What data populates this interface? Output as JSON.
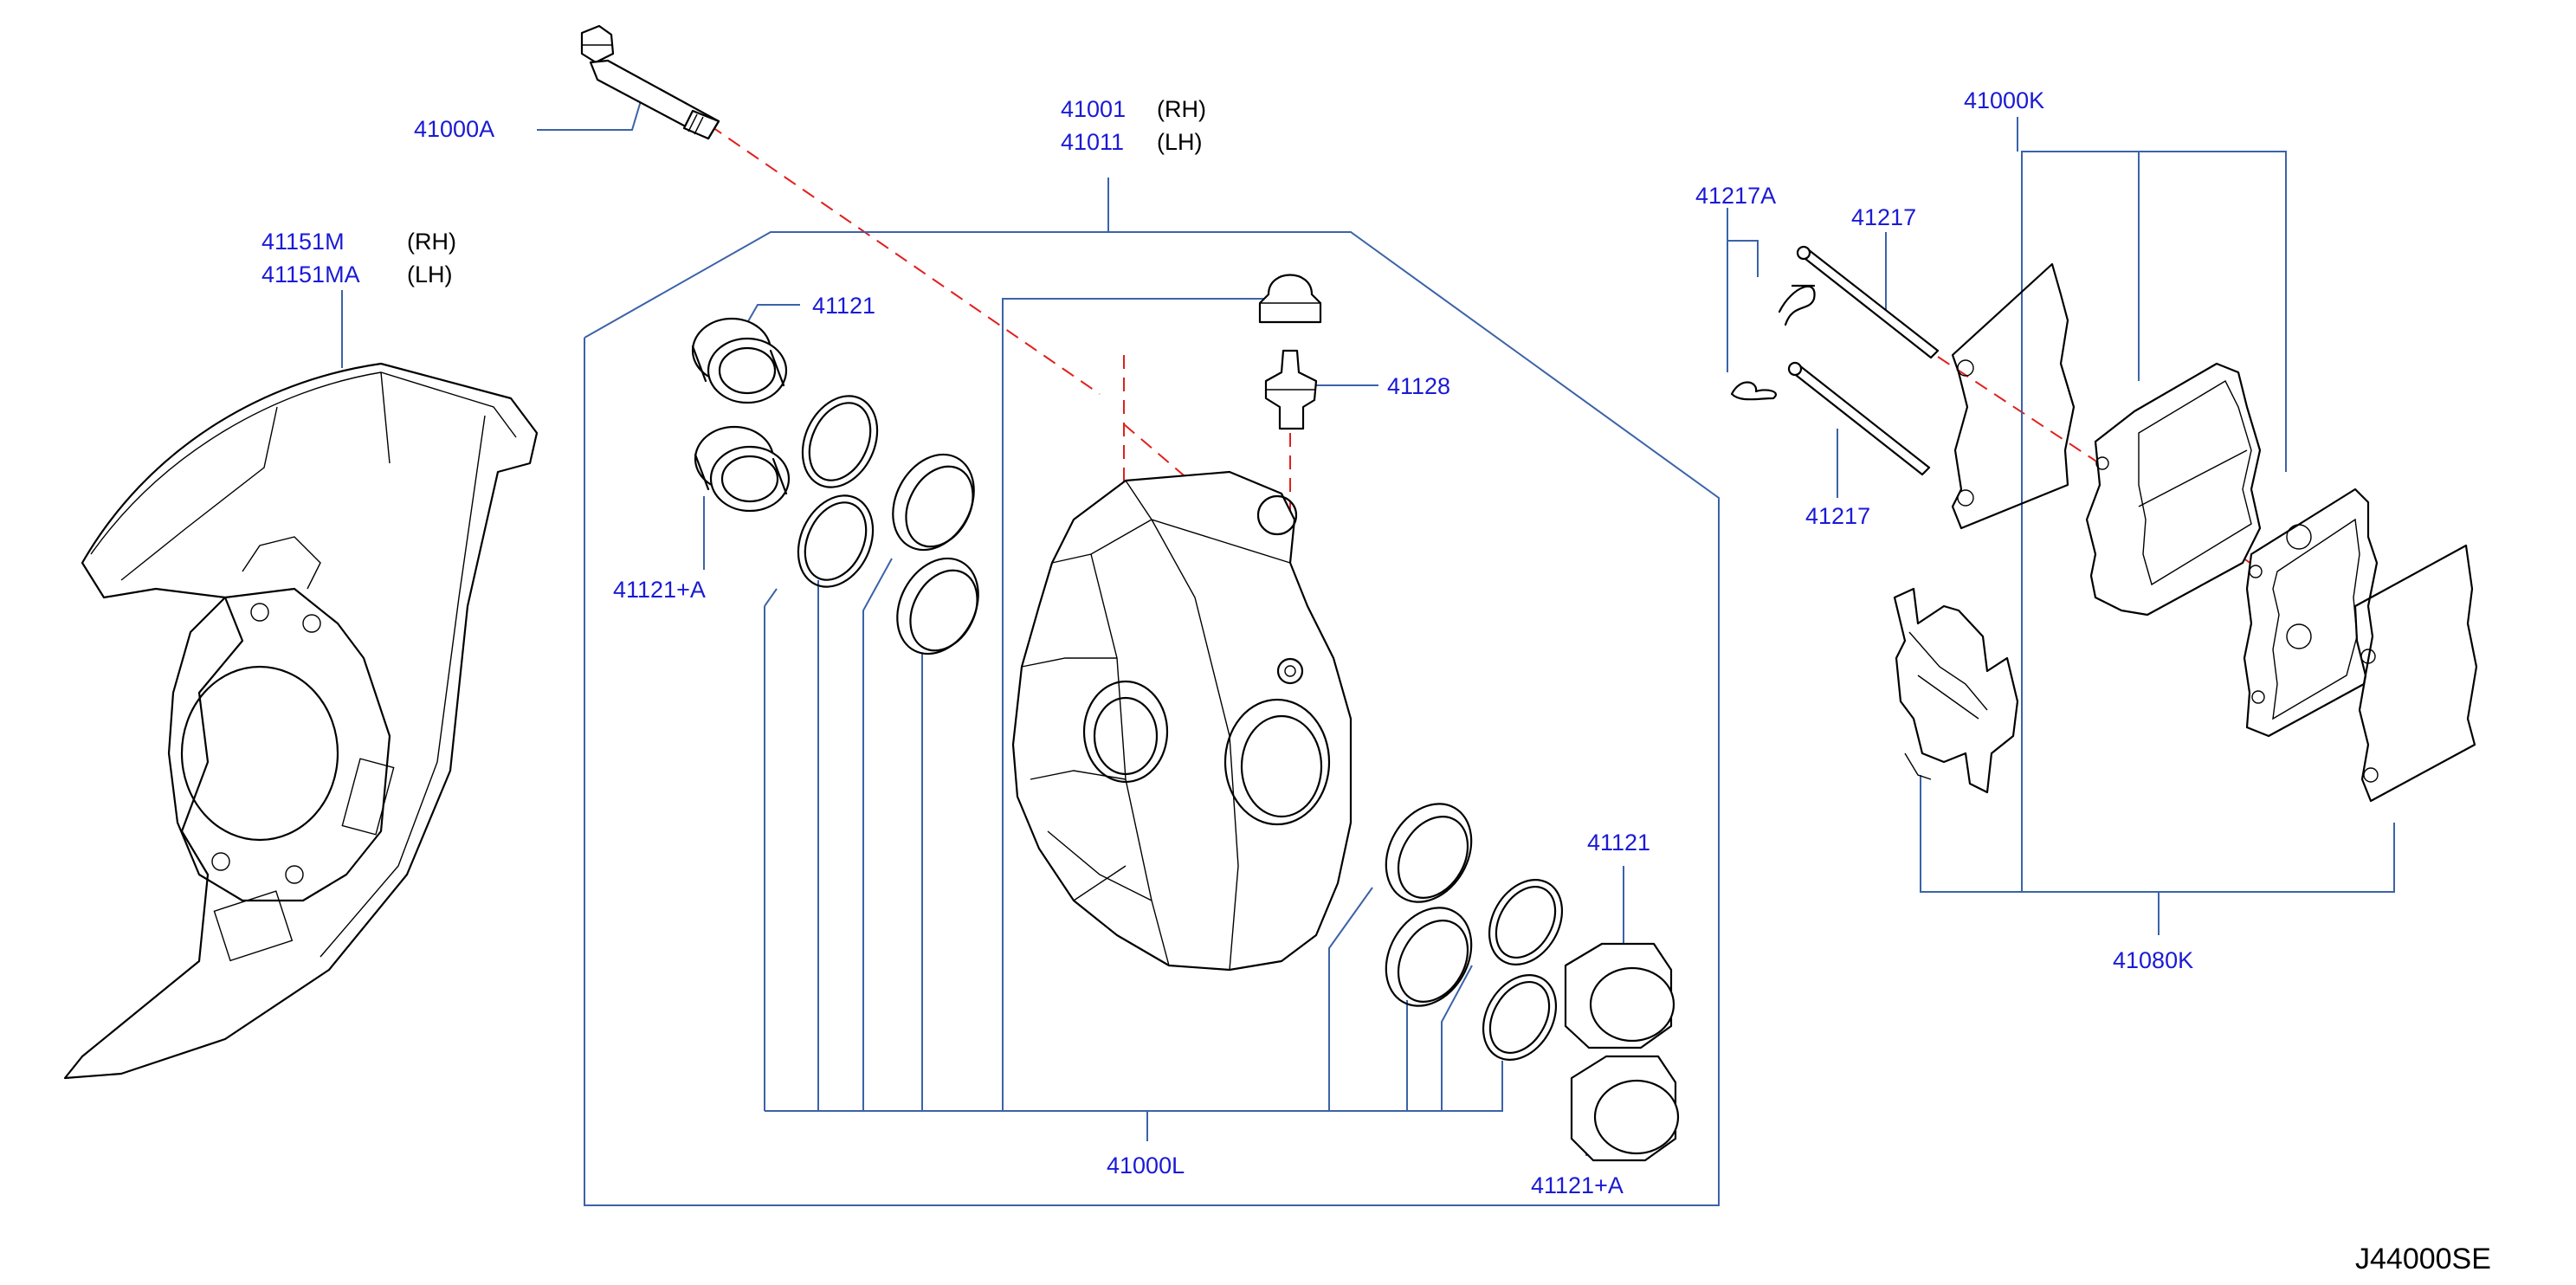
{
  "diagram": {
    "code": "J44000SE",
    "colors": {
      "part_number": "#1a1ad6",
      "leader": "#3b63a8",
      "axis": "#e0201c",
      "line": "#000000"
    },
    "labels": {
      "bolt": "41000A",
      "caliper_rh": "41001",
      "caliper_rh_side": "(RH)",
      "caliper_lh": "41011",
      "caliper_lh_side": "(LH)",
      "shield_rh": "41151M",
      "shield_rh_side": "(RH)",
      "shield_lh": "41151MA",
      "shield_lh_side": "(LH)",
      "piston_upper": "41121",
      "piston_upper_a": "41121+A",
      "bleeder": "41128",
      "piston_lower": "41121",
      "piston_lower_a": "41121+A",
      "seal_kit": "41000L",
      "pad_kit": "41000K",
      "pin_clip": "41217A",
      "pin_upper": "41217",
      "pin_lower": "41217",
      "shim_kit": "41080K"
    }
  }
}
